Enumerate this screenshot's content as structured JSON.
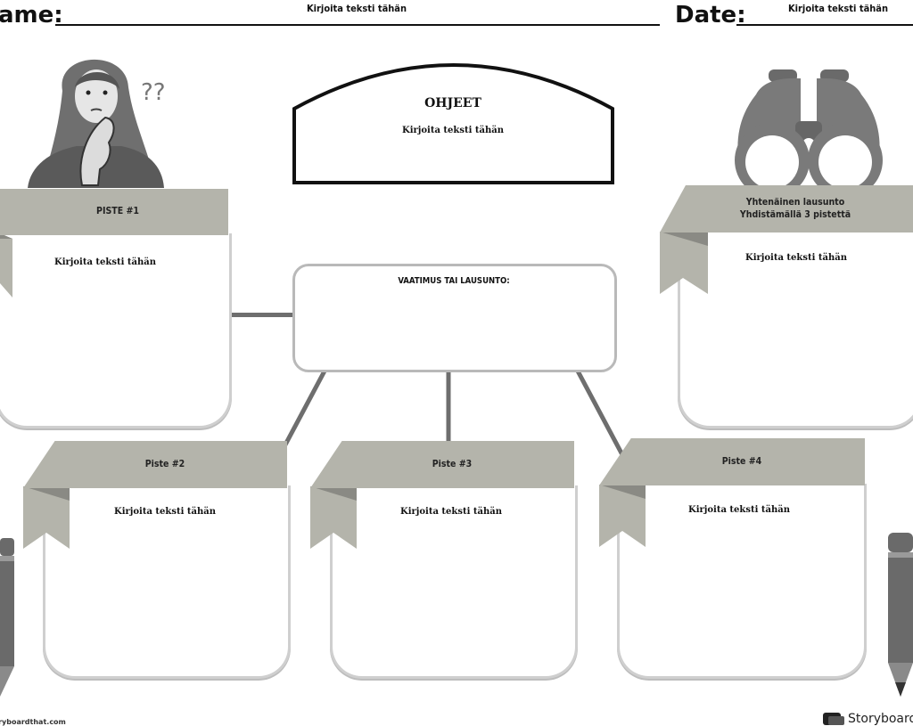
{
  "header": {
    "name_label": "ame:",
    "name_placeholder": "Kirjoita teksti tähän",
    "date_label": "Date:",
    "date_placeholder": "Kirjoita teksti tähän"
  },
  "instructions": {
    "title": "OHJEET",
    "text": "Kirjoita teksti tähän"
  },
  "claim": {
    "title": "VAATIMUS TAI LAUSUNTO:"
  },
  "points": [
    {
      "title": "PISTE #1",
      "text": "Kirjoita teksti tähän"
    },
    {
      "title": "Piste #2",
      "text": "Kirjoita teksti tähän"
    },
    {
      "title": "Piste #3",
      "text": "Kirjoita teksti tähän"
    },
    {
      "title": "Piste #4",
      "text": "Kirjoita teksti tähän"
    }
  ],
  "summary": {
    "title_line1": "Yhtenäinen lausunto",
    "title_line2": "Yhdistämällä 3 pistettä",
    "text": "Kirjoita teksti tähän"
  },
  "footer": {
    "website": "storyboardthat.com",
    "brand": "Storyboard"
  },
  "colors": {
    "ribbon": "#b4b4ab",
    "ribbon_fold": "#8a8a84",
    "card_border": "#cfcfcf",
    "connector": "#6e6e6e"
  }
}
